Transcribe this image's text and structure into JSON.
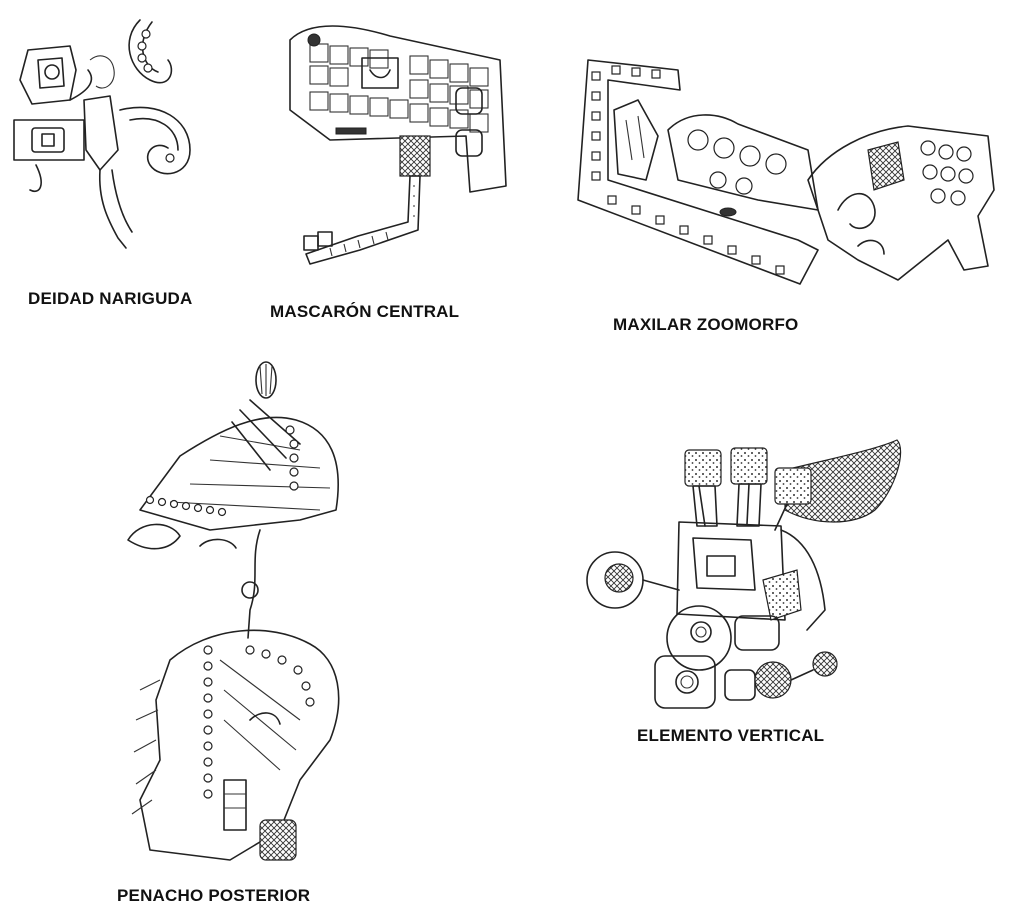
{
  "figures": [
    {
      "id": "deidad-nariguda",
      "caption": "DEIDAD NARIGUDA"
    },
    {
      "id": "mascaron-central",
      "caption": "MASCARÓN CENTRAL"
    },
    {
      "id": "maxilar-zoomorfo",
      "caption": "MAXILAR ZOOMORFO"
    },
    {
      "id": "penacho-posterior",
      "caption": "PENACHO POSTERIOR"
    },
    {
      "id": "elemento-vertical",
      "caption": "ELEMENTO VERTICAL"
    }
  ]
}
